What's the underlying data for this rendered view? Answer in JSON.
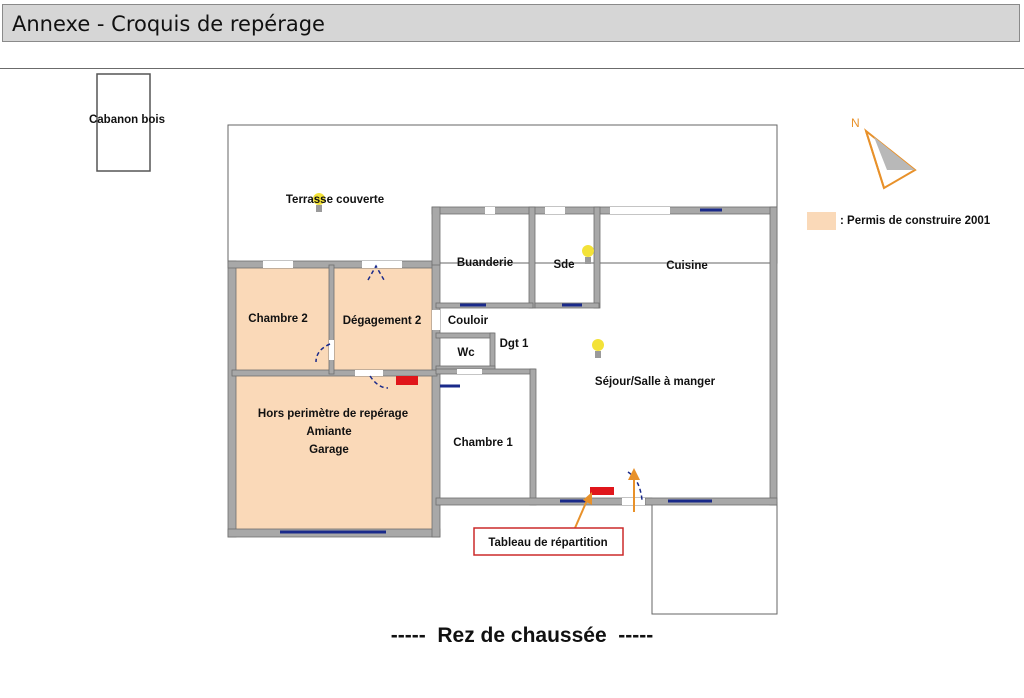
{
  "header": {
    "title": "Annexe - Croquis de repérage"
  },
  "legend": {
    "label": ": Permis de construire 2001",
    "swatch_color": "#fad9b8"
  },
  "compass": {
    "letter": "N",
    "color": "#e8912a"
  },
  "rooms": {
    "cabanon": "Cabanon bois",
    "terrasse": "Terrasse couverte",
    "buanderie": "Buanderie",
    "sde": "Sde",
    "cuisine": "Cuisine",
    "chambre2": "Chambre 2",
    "degagement2": "Dégagement 2",
    "couloir": "Couloir",
    "dgt1": "Dgt 1",
    "wc": "Wc",
    "sejour": "Séjour/Salle à manger",
    "hors": "Hors perimètre de repérage",
    "amiante": "Amiante",
    "garage": "Garage",
    "chambre1": "Chambre 1"
  },
  "callout": {
    "label": "Tableau de répartition",
    "border_color": "#cc2a2a"
  },
  "footer": {
    "title": "-----  Rez de chaussée  -----"
  },
  "colors": {
    "wall": "#a8a8a8",
    "window": "#1a2a8a",
    "electrical": "#e0161b",
    "shaded": "#fad9b8",
    "arrow": "#e8912a"
  }
}
